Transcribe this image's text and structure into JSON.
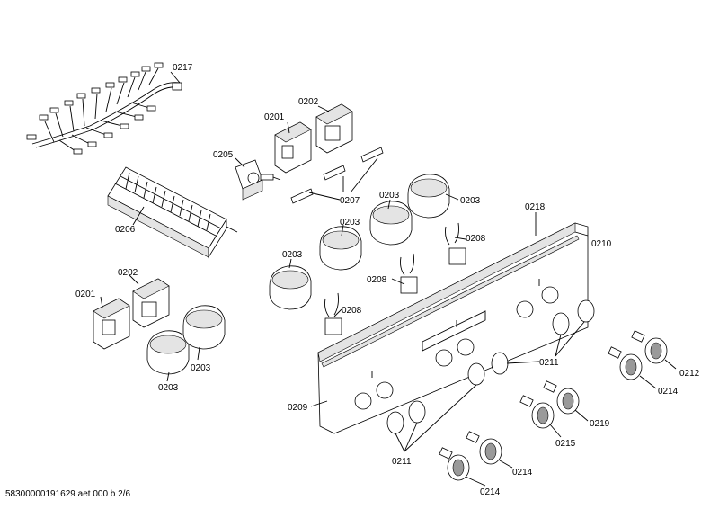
{
  "callouts": [
    {
      "id": "c0217",
      "text": "0217"
    },
    {
      "id": "c0201a",
      "text": "0201"
    },
    {
      "id": "c0202a",
      "text": "0202"
    },
    {
      "id": "c0205",
      "text": "0205"
    },
    {
      "id": "c0207",
      "text": "0207"
    },
    {
      "id": "c0206",
      "text": "0206"
    },
    {
      "id": "c0203a",
      "text": "0203"
    },
    {
      "id": "c0203b",
      "text": "0203"
    },
    {
      "id": "c0203c",
      "text": "0203"
    },
    {
      "id": "c0203d",
      "text": "0203"
    },
    {
      "id": "c0218",
      "text": "0218"
    },
    {
      "id": "c0210",
      "text": "0210"
    },
    {
      "id": "c0208a",
      "text": "0208"
    },
    {
      "id": "c0208b",
      "text": "0208"
    },
    {
      "id": "c0208c",
      "text": "0208"
    },
    {
      "id": "c0202b",
      "text": "0202"
    },
    {
      "id": "c0201b",
      "text": "0201"
    },
    {
      "id": "c0203e",
      "text": "0203"
    },
    {
      "id": "c0203f",
      "text": "0203"
    },
    {
      "id": "c0211a",
      "text": "0211"
    },
    {
      "id": "c0211b",
      "text": "0211"
    },
    {
      "id": "c0212",
      "text": "0212"
    },
    {
      "id": "c0214a",
      "text": "0214"
    },
    {
      "id": "c0214b",
      "text": "0214"
    },
    {
      "id": "c0214c",
      "text": "0214"
    },
    {
      "id": "c0219",
      "text": "0219"
    },
    {
      "id": "c0215",
      "text": "0215"
    },
    {
      "id": "c0209",
      "text": "0209"
    }
  ],
  "footer": "58300000191629 aet 000 b 2/6"
}
